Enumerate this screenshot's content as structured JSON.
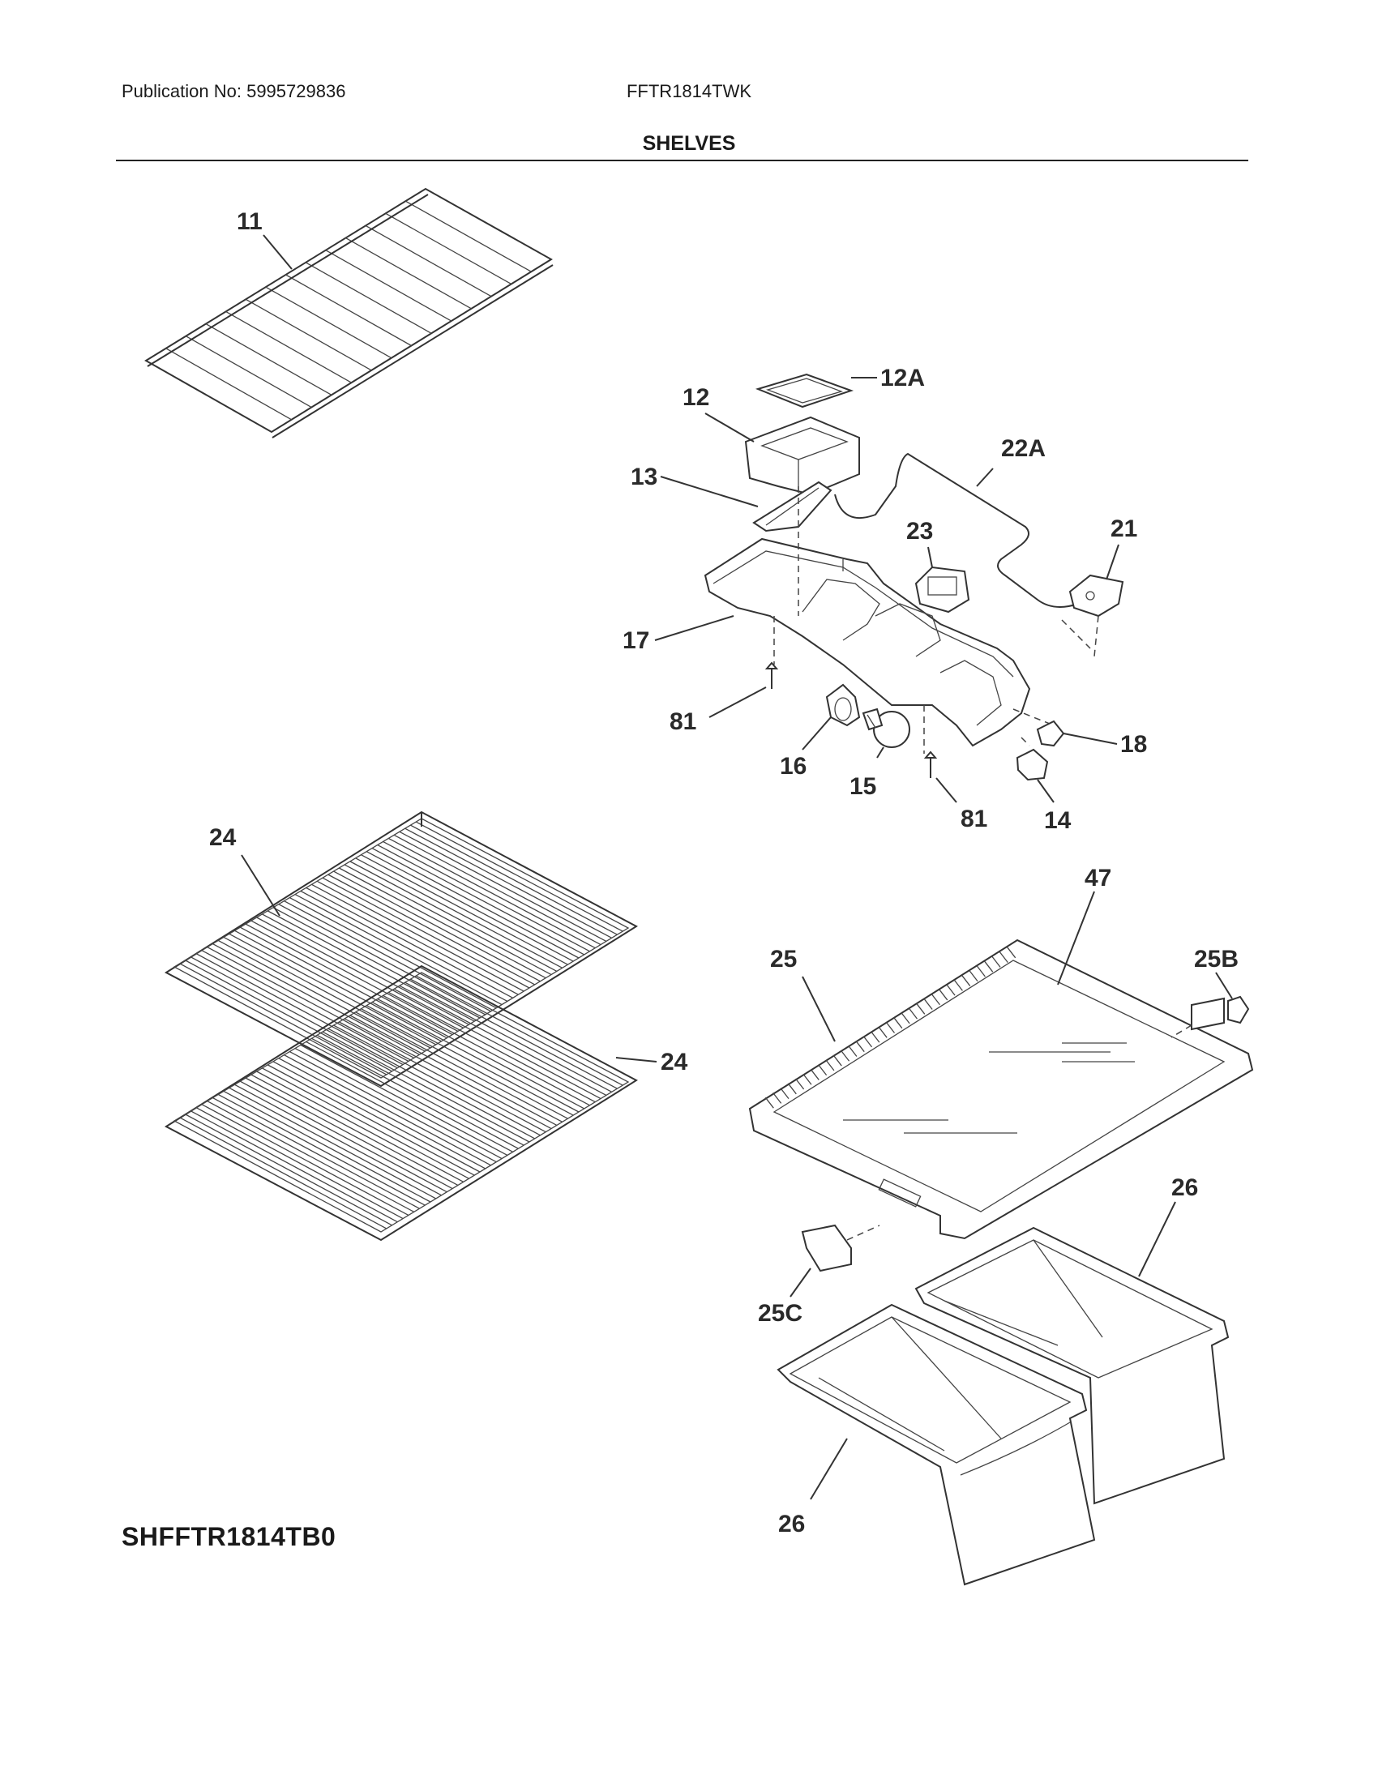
{
  "header": {
    "publication": "Publication No: 5995729836",
    "model": "FFTR1814TWK"
  },
  "title": "SHELVES",
  "diagram_code": "SHFFTR1814TB0",
  "callouts": {
    "c11": "11",
    "c12A": "12A",
    "c12": "12",
    "c22A": "22A",
    "c13": "13",
    "c23": "23",
    "c21": "21",
    "c17": "17",
    "c81a": "81",
    "c16": "16",
    "c15": "15",
    "c18": "18",
    "c81b": "81",
    "c14": "14",
    "c24a": "24",
    "c24b": "24",
    "c47": "47",
    "c25": "25",
    "c25B": "25B",
    "c25C": "25C",
    "c26a": "26",
    "c26b": "26"
  }
}
